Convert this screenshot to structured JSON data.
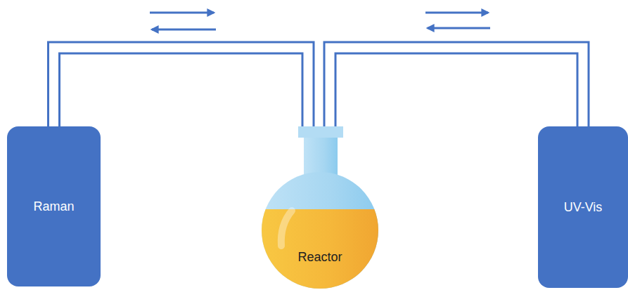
{
  "diagram": {
    "nodes": [
      {
        "text": [
          "Raman"
        ]
      },
      {
        "text": [
          "Reactor"
        ]
      },
      {
        "text": [
          "UV-Vis"
        ]
      }
    ],
    "edges": [
      {
        "from": 0,
        "to": 1,
        "arrow": "none"
      },
      {
        "from": 1,
        "to": 2,
        "arrow": "none"
      }
    ]
  }
}
